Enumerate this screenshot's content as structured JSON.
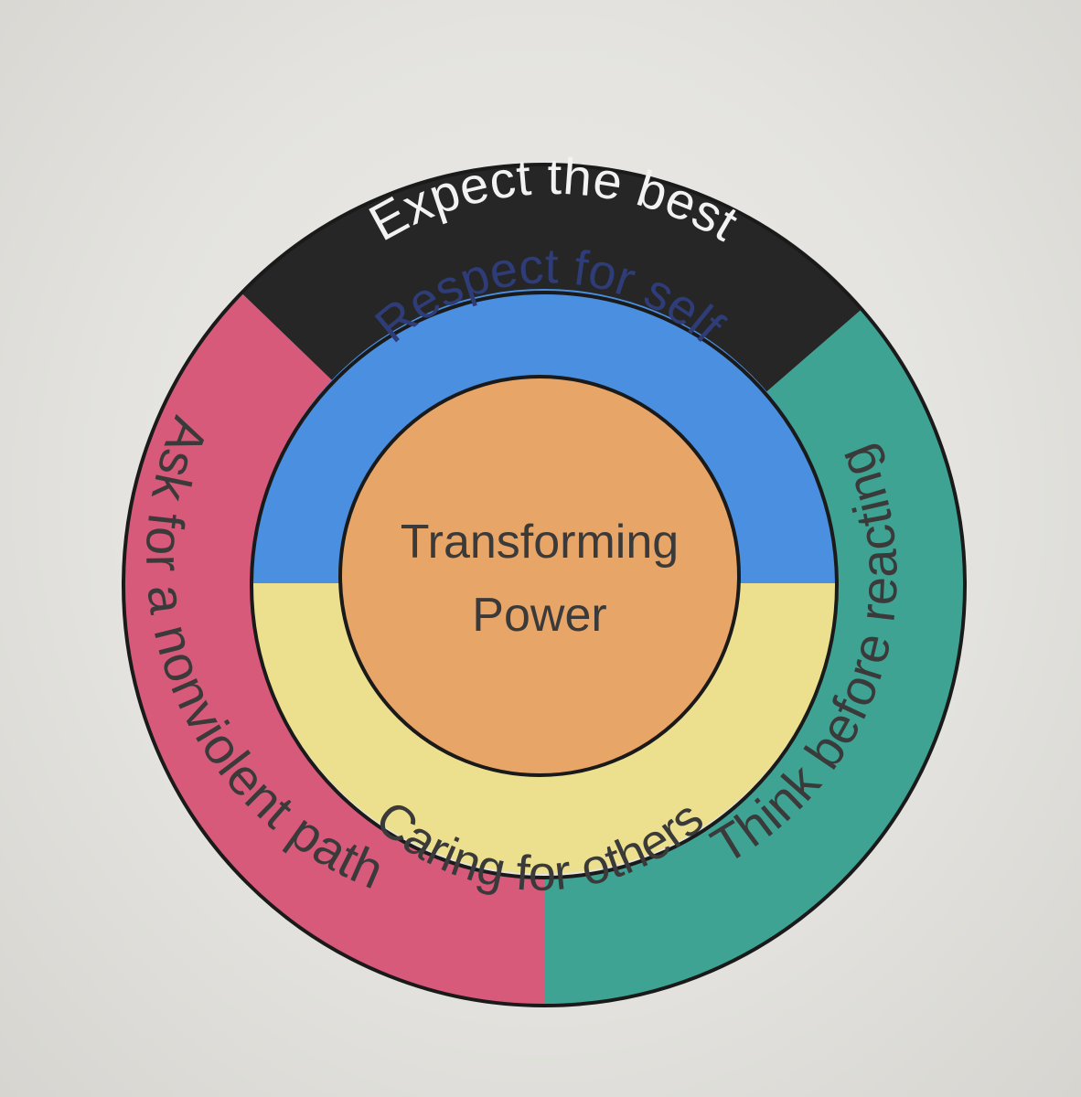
{
  "diagram": {
    "center": {
      "line1": "Transforming",
      "line2": "Power"
    },
    "inner_ring": {
      "top_label": "Respect for self",
      "bottom_label": "Caring for others"
    },
    "outer_ring": {
      "top_label": "Expect the best",
      "left_label": "Ask for a nonviolent path",
      "right_label": "Think before reacting"
    }
  },
  "colors": {
    "center": "#e8a568",
    "inner_top": "#4a8fe0",
    "inner_bottom": "#ece08e",
    "outer_top": "#262626",
    "outer_left": "#d85a7a",
    "outer_right": "#3fa393",
    "outline": "#1a1a1a",
    "text_dark": "#3a3a3a",
    "text_light": "#f2f2f2",
    "text_blue_dark": "#2e3c78"
  }
}
